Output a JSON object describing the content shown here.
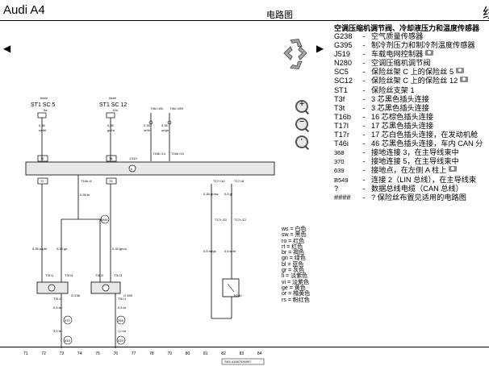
{
  "header": {
    "brand": "Audi A4",
    "section": "电路图",
    "corner_glyph": "线",
    "left_arrow": "◀",
    "right_arrow": "▶"
  },
  "icons": {
    "nav_up": "chevron-up-icon",
    "nav_left_right": "chevrons-left-right-icon",
    "nav_down": "chevron-down-icon",
    "zoom_in": "zoom-in-icon",
    "zoom_out": "zoom-out-icon",
    "zoom_fit": "zoom-fit-icon",
    "camera": "camera-icon"
  },
  "diagram": {
    "top_labels": [
      {
        "id": "a",
        "text": "####"
      },
      {
        "id": "b",
        "text": "ST1  SC 5"
      },
      {
        "id": "c",
        "text": "5a"
      },
      {
        "id": "d",
        "text": "0,35"
      },
      {
        "id": "e",
        "text": "sw/bl"
      },
      {
        "id": "f",
        "text": "####"
      },
      {
        "id": "g",
        "text": "ST1  SC 12"
      },
      {
        "id": "h",
        "text": "12a"
      },
      {
        "id": "i",
        "text": "0,35"
      },
      {
        "id": "j",
        "text": "gn/ro"
      },
      {
        "id": "k",
        "text": "T46i /15L"
      },
      {
        "id": "l",
        "text": "T46i /15H"
      },
      {
        "id": "m",
        "text": "0,35"
      },
      {
        "id": "n",
        "text": "or/br"
      },
      {
        "id": "o",
        "text": "0,35"
      },
      {
        "id": "p",
        "text": "or/gn"
      }
    ],
    "connectors_top": [
      "72",
      "76",
      "T16b /14",
      "T16b /15"
    ],
    "module_label": "J 519",
    "lower_labels": [
      "72",
      "T16b /4",
      "76",
      "T17l /10",
      "T17l /8",
      "B549",
      "0,35 br",
      "0,35 ws/bl",
      "0,35 ge",
      "0,35 gn/ro",
      "0,35 gr/sw",
      "0,5 gr",
      "T3f /1",
      "T3f /3",
      "T3t /2",
      "T3t /3",
      "T17r /10",
      "T17r /12",
      "0,5 br/ge",
      "0,5 bl/br",
      "T3f /2",
      "T3t /1",
      "0,5 br",
      "0,5 br",
      "4,0 br",
      "1,0 br",
      "370",
      "368",
      "639",
      "639",
      "G 238",
      "G 395",
      "N280"
    ],
    "bottom_numbers": [
      "71",
      "72",
      "73",
      "74",
      "75",
      "76",
      "77",
      "78",
      "79",
      "80",
      "81",
      "82",
      "83",
      "84"
    ],
    "doc_id": "SK5-41567936997"
  },
  "colors": [
    "ws = 白色",
    "sw = 黑色",
    "ro = 红色",
    "rt = 红色",
    "br = 褐色",
    "gn = 绿色",
    "bl = 蓝色",
    "gr = 灰色",
    "li = 淡紫色",
    "vi = 淡紫色",
    "ge = 黄色",
    "or = 橘黄色",
    "rs = 粉红色"
  ],
  "legend": {
    "title": "空调压缩机调节阀、冷却液压力和温度传感器",
    "items": [
      {
        "code": "G238",
        "desc": "空气质量传感器",
        "cam": false,
        "small": false
      },
      {
        "code": "G395",
        "desc": "制冷剂压力和制冷剂温度传感器",
        "cam": false,
        "small": false
      },
      {
        "code": "J519",
        "desc": "车载电网控制器",
        "cam": true,
        "small": false
      },
      {
        "code": "N280",
        "desc": "空调压缩机调节阀",
        "cam": false,
        "small": false
      },
      {
        "code": "SC5",
        "desc": "保险丝架 C 上的保险丝 5",
        "cam": true,
        "small": false
      },
      {
        "code": "SC12",
        "desc": "保险丝架 C 上的保险丝 12",
        "cam": true,
        "small": false
      },
      {
        "code": "ST1",
        "desc": "保险丝支架 1",
        "cam": false,
        "small": false
      },
      {
        "code": "T3f",
        "desc": "3 芯黑色插头连接",
        "cam": false,
        "small": false
      },
      {
        "code": "T3t",
        "desc": "3 芯黑色插头连接",
        "cam": false,
        "small": false
      },
      {
        "code": "T16b",
        "desc": "16 芯棕色插头连接",
        "cam": false,
        "small": false
      },
      {
        "code": "T17l",
        "desc": "17 芯黑色插头连接",
        "cam": false,
        "small": false
      },
      {
        "code": "T17r",
        "desc": "17 芯白色插头连接，在发动机舱",
        "cam": false,
        "small": false
      },
      {
        "code": "T46i",
        "desc": "46 芯黑色插头连接，车内 CAN 分",
        "cam": false,
        "small": false
      },
      {
        "code": "368",
        "desc": "接地连接 3，在主导线束中",
        "cam": false,
        "small": true
      },
      {
        "code": "370",
        "desc": "接地连接 5，在主导线束中",
        "cam": false,
        "small": true
      },
      {
        "code": "639",
        "desc": "接地点，在左侧 A 柱上",
        "cam": true,
        "small": true
      },
      {
        "code": "B549",
        "desc": "连接 2（LIN 总线），在主导线束",
        "cam": false,
        "small": true
      },
      {
        "code": "?",
        "desc": "数据总线电缆（CAN 总线）",
        "cam": false,
        "small": false
      },
      {
        "code": "####",
        "desc": "? 保险丝布置见适用的电路图",
        "cam": false,
        "small": false
      }
    ]
  }
}
